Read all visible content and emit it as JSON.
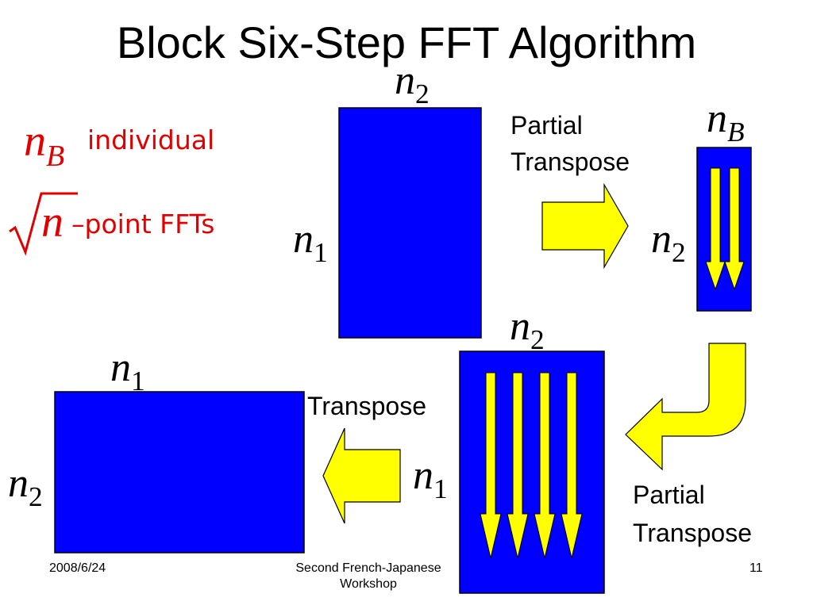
{
  "slide": {
    "title": "Block Six-Step FFT Algorithm"
  },
  "left_note": {
    "nB_symbol": "n",
    "nB_sub": "B",
    "individual": "individual",
    "sqrt_symbol": "n",
    "point_ffts": "–point FFTs"
  },
  "diagram": {
    "matrix1_top_label": {
      "sym": "n",
      "sub": "2"
    },
    "matrix1_side_label": {
      "sym": "n",
      "sub": "1"
    },
    "step1_label_line1": "Partial",
    "step1_label_line2": "Transpose",
    "matrix2_top_label": {
      "sym": "n",
      "sub": "B"
    },
    "matrix2_side_label": {
      "sym": "n",
      "sub": "2"
    },
    "matrix3_top_label": {
      "sym": "n",
      "sub": "2"
    },
    "matrix3_side_label": {
      "sym": "n",
      "sub": "1"
    },
    "step2_label_line1": "Partial",
    "step2_label_line2": "Transpose",
    "step3_label": "Transpose",
    "matrix4_top_label": {
      "sym": "n",
      "sub": "1"
    },
    "matrix4_side_label": {
      "sym": "n",
      "sub": "2"
    }
  },
  "colors": {
    "matrix_fill": "#0000ff",
    "arrow_fill": "#ffff00",
    "note_red": "#e00000"
  },
  "footer": {
    "date": "2008/6/24",
    "center_line1": "Second French-Japanese",
    "center_line2": "Workshop",
    "page": "11"
  }
}
